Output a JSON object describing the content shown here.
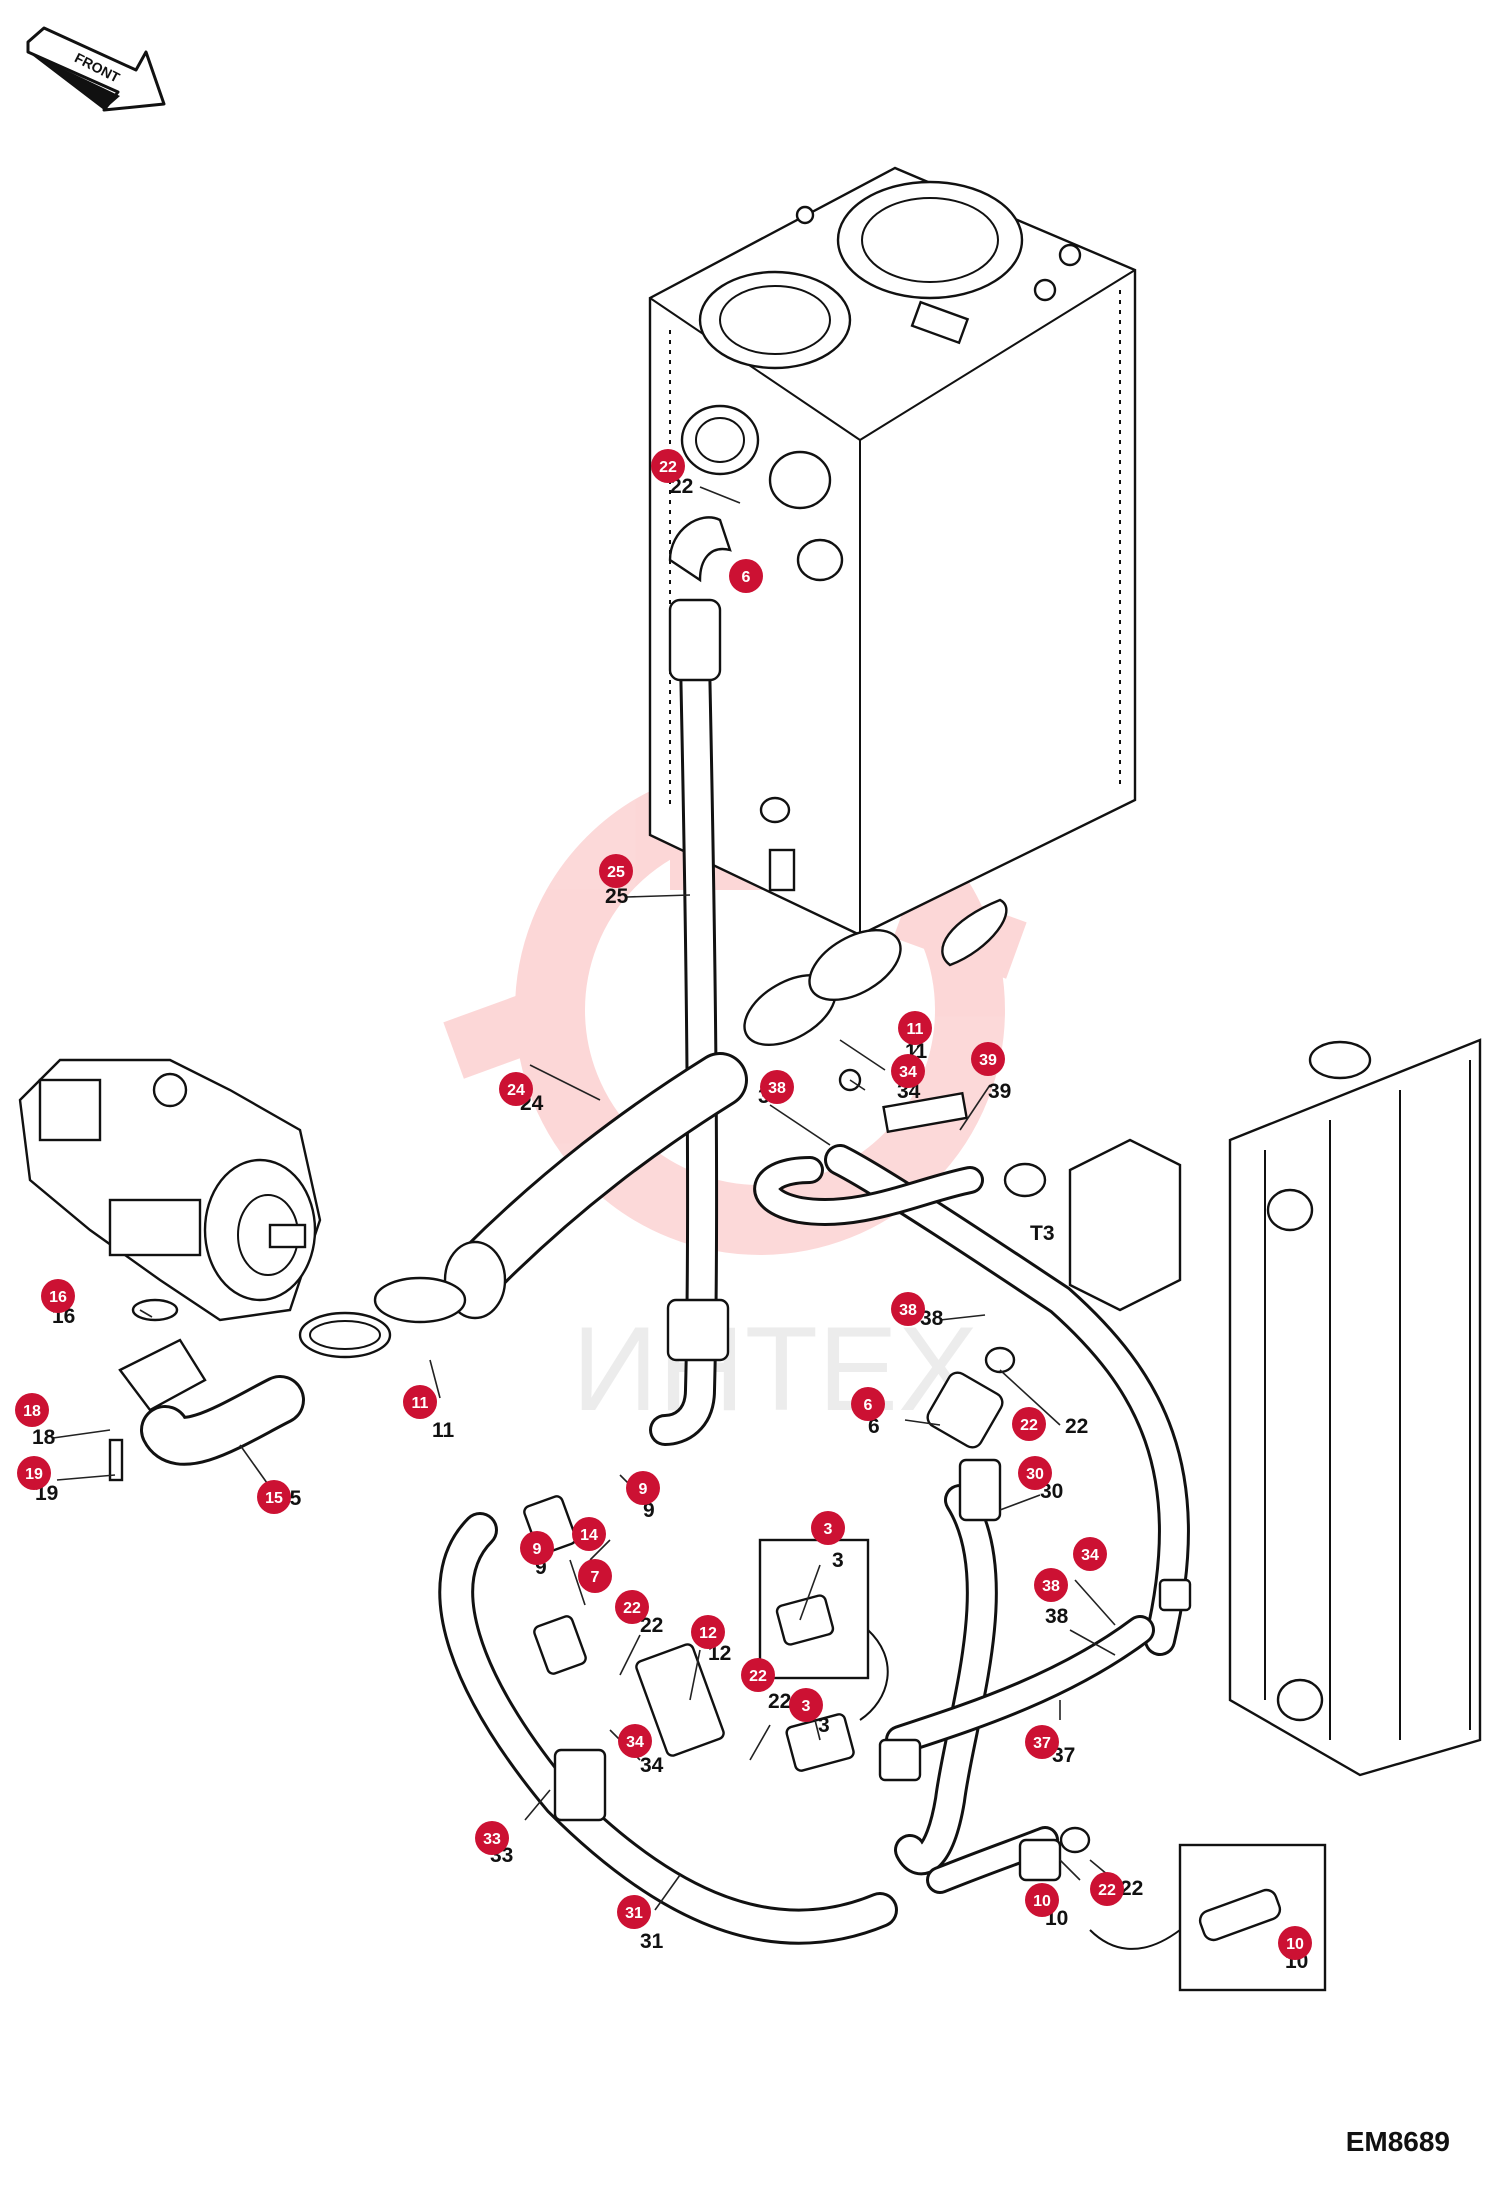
{
  "front_arrow": {
    "label": "FRONT"
  },
  "watermark": {
    "text": "ИНТЕХ"
  },
  "drawing_code": "EM8689",
  "port_label": "T3",
  "callouts": [
    {
      "num": "22",
      "text": "22"
    },
    {
      "num": "6",
      "text": "6"
    },
    {
      "num": "25",
      "text": "25"
    },
    {
      "num": "11",
      "text": "11"
    },
    {
      "num": "34",
      "text": "34"
    },
    {
      "num": "39",
      "text": "39"
    },
    {
      "num": "38",
      "text": "38"
    },
    {
      "num": "24",
      "text": "24"
    },
    {
      "num": "16",
      "text": "16"
    },
    {
      "num": "11",
      "text": "11"
    },
    {
      "num": "18",
      "text": "18"
    },
    {
      "num": "19",
      "text": "19"
    },
    {
      "num": "15",
      "text": "15"
    },
    {
      "num": "38",
      "text": "38"
    },
    {
      "num": "6",
      "text": "6"
    },
    {
      "num": "22",
      "text": "22"
    },
    {
      "num": "30",
      "text": "30"
    },
    {
      "num": "9",
      "text": "9"
    },
    {
      "num": "3",
      "text": "3"
    },
    {
      "num": "14",
      "text": "14"
    },
    {
      "num": "9",
      "text": "9"
    },
    {
      "num": "7",
      "text": "7"
    },
    {
      "num": "22",
      "text": "22"
    },
    {
      "num": "12",
      "text": "12"
    },
    {
      "num": "34",
      "text": "34"
    },
    {
      "num": "38",
      "text": "38"
    },
    {
      "num": "22",
      "text": "22"
    },
    {
      "num": "3",
      "text": "3"
    },
    {
      "num": "37",
      "text": "37"
    },
    {
      "num": "34",
      "text": "34"
    },
    {
      "num": "33",
      "text": "33"
    },
    {
      "num": "31",
      "text": "31"
    },
    {
      "num": "10",
      "text": "10"
    },
    {
      "num": "22",
      "text": "22"
    },
    {
      "num": "10",
      "text": "10"
    }
  ]
}
